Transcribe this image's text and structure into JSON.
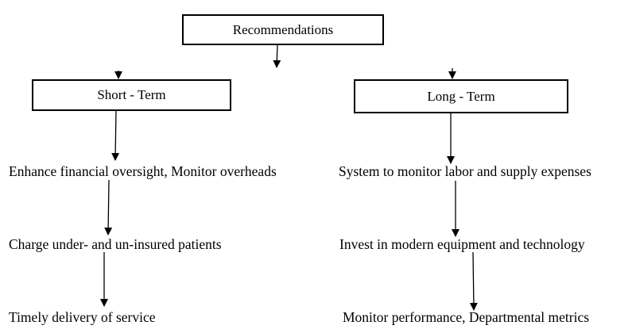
{
  "diagram": {
    "root": {
      "label": "Recommendations"
    },
    "short_term": {
      "label": "Short - Term",
      "items": [
        "Enhance financial oversight, Monitor overheads",
        "Charge under- and un-insured patients",
        "Timely delivery of service"
      ]
    },
    "long_term": {
      "label": "Long - Term",
      "items": [
        "System to monitor labor and supply expenses",
        "Invest in modern equipment and technology",
        "Monitor performance, Departmental metrics"
      ]
    }
  }
}
